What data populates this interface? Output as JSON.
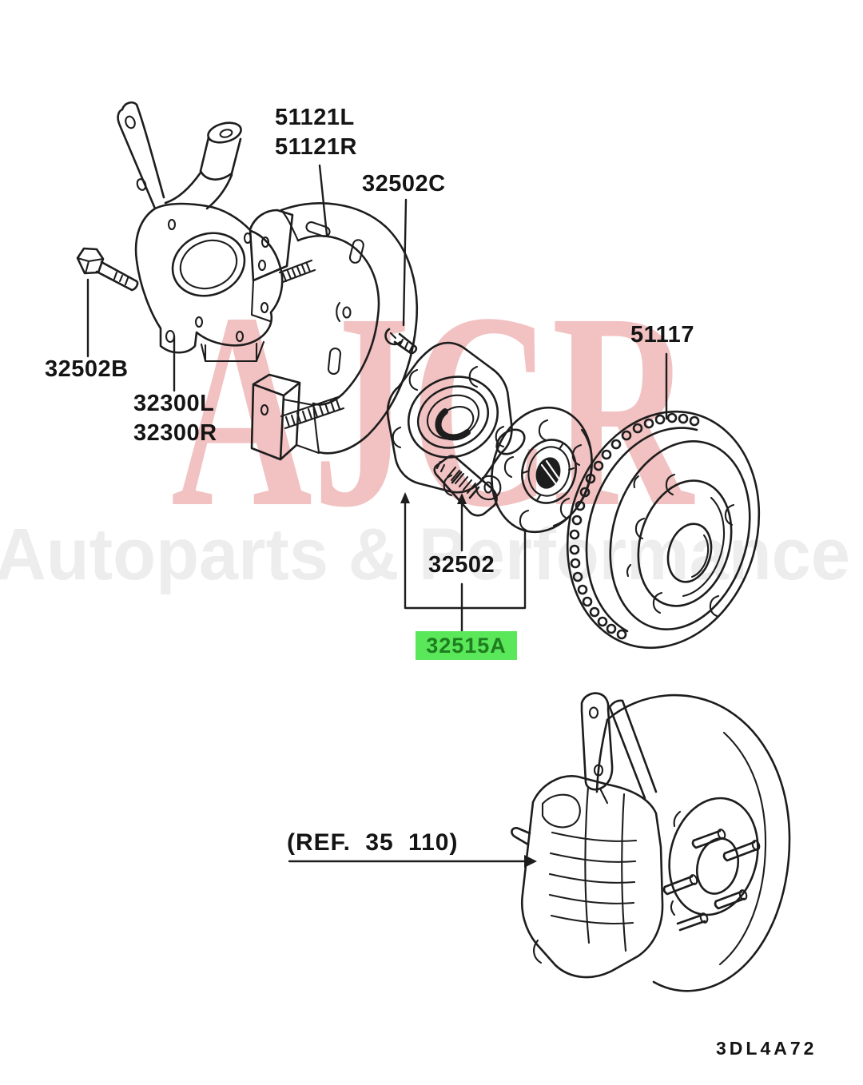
{
  "watermark": {
    "brand": "AJCR",
    "tagline": "Autoparts & Performance"
  },
  "labels": {
    "shield_left": "51121L",
    "shield_right": "51121R",
    "shield_screw": "32502C",
    "knuckle_bolt": "32502B",
    "knuckle_left": "32300L",
    "knuckle_right": "32300R",
    "brake_disc": "51117",
    "wheel_stud": "32502",
    "hub_assembly": "32515A",
    "reference": "(REF. 35 110)",
    "drawing_code": "3DL4A72"
  },
  "colors": {
    "line": "#1d1d1d",
    "label_ink": "#141414",
    "highlight_bg": "#5ae75a",
    "highlight_text": "#1e7d1e",
    "brand_pink": "#f2c1c1",
    "tagline_gray": "#ededed"
  }
}
